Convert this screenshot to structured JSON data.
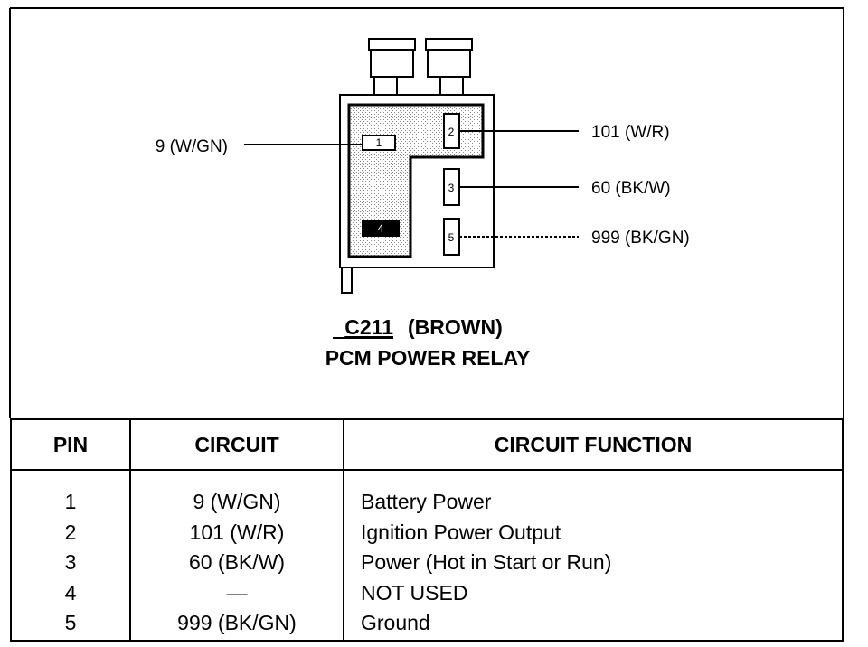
{
  "connector": {
    "id": "C211",
    "color_desc": "(BROWN)",
    "name": "PCM POWER RELAY",
    "pins": [
      {
        "num": "1",
        "wire": "9 (W/GN)"
      },
      {
        "num": "2",
        "wire": "101 (W/R)"
      },
      {
        "num": "3",
        "wire": "60 (BK/W)"
      },
      {
        "num": "4",
        "wire": ""
      },
      {
        "num": "5",
        "wire": "999 (BK/GN)"
      }
    ]
  },
  "table": {
    "headers": {
      "pin": "PIN",
      "circuit": "CIRCUIT",
      "function": "CIRCUIT FUNCTION"
    },
    "rows": [
      {
        "pin": "1",
        "circuit": "9 (W/GN)",
        "function": "Battery Power"
      },
      {
        "pin": "2",
        "circuit": "101 (W/R)",
        "function": "Ignition Power Output"
      },
      {
        "pin": "3",
        "circuit": "60 (BK/W)",
        "function": "Power (Hot in Start or Run)"
      },
      {
        "pin": "4",
        "circuit": "—",
        "function": "NOT USED"
      },
      {
        "pin": "5",
        "circuit": "999 (BK/GN)",
        "function": "Ground"
      }
    ]
  },
  "colors": {
    "line": "#000000",
    "background": "#ffffff",
    "shade": "#d0d0d0"
  }
}
